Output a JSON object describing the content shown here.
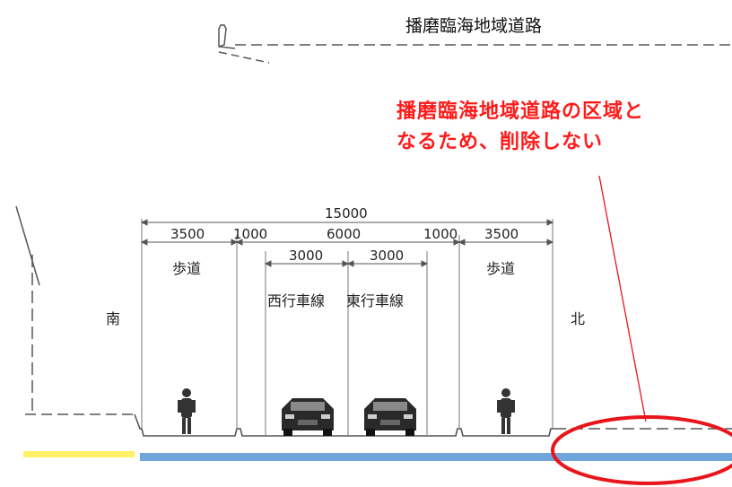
{
  "title": "播磨臨海地域道路",
  "note": {
    "line1": "播磨臨海地域道路の区域と",
    "line2": "なるため、削除しない",
    "color": "#ff1a1a"
  },
  "cross_section": {
    "total_width": "15000",
    "widths": {
      "sidewalk_s": "3500",
      "buffer_s": "1000",
      "carriageway": "6000",
      "buffer_n": "1000",
      "sidewalk_n": "3500",
      "lane_w": "3000",
      "lane_e": "3000"
    },
    "labels": {
      "sidewalk_s": "歩道",
      "sidewalk_n": "歩道",
      "lane_w": "西行車線",
      "lane_e": "東行車線",
      "south": "南",
      "north": "北"
    }
  },
  "colors": {
    "bar_yellow": "#fff066",
    "bar_blue": "#6fa6dc",
    "ellipse": "#e8161b",
    "line": "#555555"
  }
}
